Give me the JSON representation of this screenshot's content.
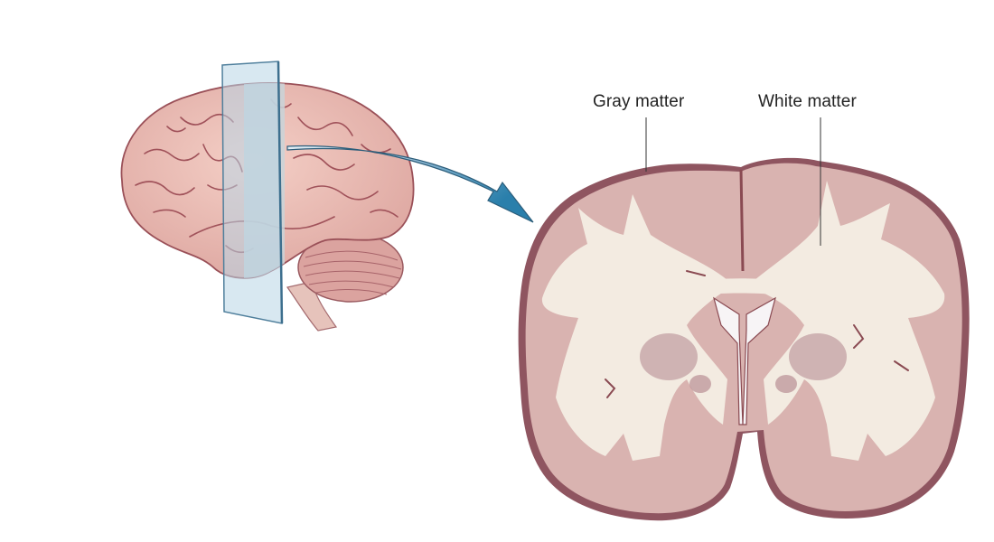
{
  "diagram": {
    "type": "anatomical-illustration",
    "subject": "Coronal section of the human brain",
    "panels": [
      {
        "id": "lateral-brain",
        "description": "Lateral view of brain with translucent blue coronal cutting plane"
      },
      {
        "id": "coronal-section",
        "description": "Coronal slice showing gray and white matter"
      }
    ],
    "labels": {
      "gray_matter": "Gray matter",
      "white_matter": "White matter"
    },
    "colors": {
      "gray_matter": "#d9b3b0",
      "white_matter": "#f3ebe1",
      "outline": "#8a4a52",
      "brain_surface": "#e8b8b0",
      "sulci": "#9a4f55",
      "plane": "#b8d6e6",
      "plane_edge": "#4f7f9c",
      "arrow_light": "#cfe0ec",
      "arrow_dark": "#2a7fab",
      "ventricle": "#f7f4f6",
      "basal_ganglia": "#b88e94"
    }
  }
}
